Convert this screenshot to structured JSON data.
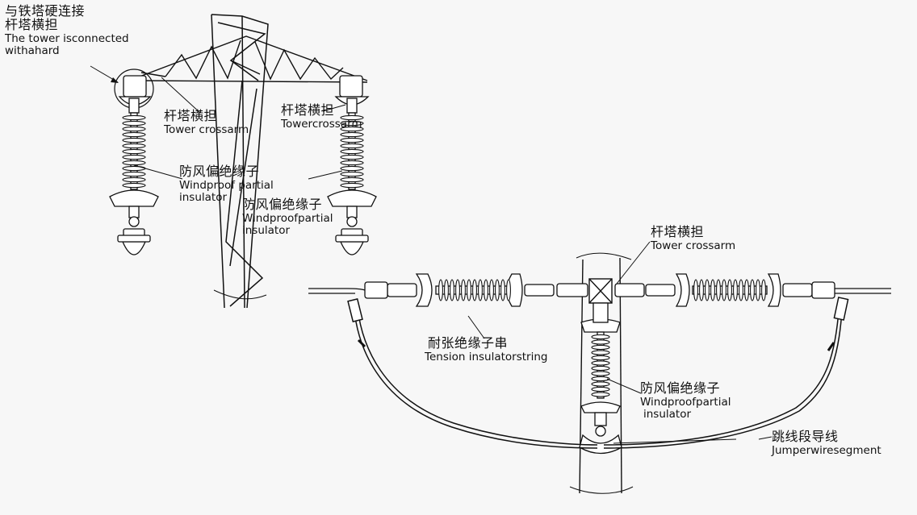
{
  "labels": {
    "tower_connection": {
      "zh": "与铁塔硬连接",
      "zh2": "杆塔横担",
      "en1": "The tower isconnected",
      "en2": "withahard"
    },
    "crossarm_left": {
      "zh": "杆塔横担",
      "en": "Tower crossarm"
    },
    "crossarm_right": {
      "zh": "杆塔横担",
      "en": "Towercrossarm"
    },
    "windproof_left": {
      "zh": "防风偏绝缘子",
      "en1": "Windproof partial",
      "en2": "insulator"
    },
    "windproof_right": {
      "zh": "防风偏绝缘子",
      "en1": "Windproofpartial",
      "en2": "insulator"
    },
    "crossarm_lower": {
      "zh": "杆塔横担",
      "en": "Tower crossarm"
    },
    "tension_string": {
      "zh": "耐张绝缘子串",
      "en": "Tension insulatorstring"
    },
    "windproof_lower": {
      "zh": "防风偏绝缘子",
      "en1": "Windproofpartial",
      "en2": "insulator"
    },
    "jumper": {
      "zh": "跳线段导线",
      "en": "Jumperwiresegment"
    }
  },
  "colors": {
    "line": "#1a1a1a",
    "background": "#f7f7f7"
  }
}
